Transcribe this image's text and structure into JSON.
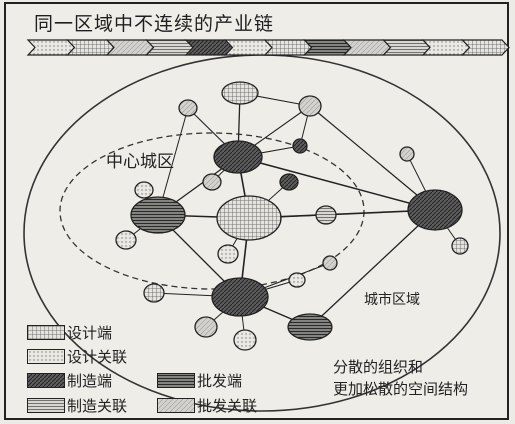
{
  "title": "同一区域中不连续的产业链",
  "labels": {
    "center_zone": "中心城区",
    "city_zone": "城市区域",
    "caption_line1": "分散的组织和",
    "caption_line2": "更加松散的空间结构"
  },
  "legend": [
    {
      "label": "设计端",
      "pattern": "grid"
    },
    {
      "label": "设计关联",
      "pattern": "dots"
    },
    {
      "label": "制造端",
      "pattern": "dark"
    },
    {
      "label": "制造关联",
      "pattern": "hlines"
    },
    {
      "label": "批发端",
      "pattern": "stripes"
    },
    {
      "label": "批发关联",
      "pattern": "light"
    }
  ],
  "chain_patterns": [
    "dots",
    "grid",
    "light",
    "hlines",
    "dark",
    "dots",
    "grid",
    "stripes",
    "light",
    "hlines",
    "dots",
    "grid"
  ],
  "nodes": [
    {
      "id": "center-hub",
      "pattern": "grid"
    },
    {
      "id": "center-west-hub",
      "pattern": "stripes"
    },
    {
      "id": "center-north-hub",
      "pattern": "dark"
    },
    {
      "id": "east-hub",
      "pattern": "dark"
    },
    {
      "id": "south-hub",
      "pattern": "dark"
    },
    {
      "id": "top-node",
      "pattern": "grid"
    },
    {
      "id": "top-left-node",
      "pattern": "light"
    },
    {
      "id": "top-right-node",
      "pattern": "light"
    },
    {
      "id": "c1",
      "pattern": "dots"
    },
    {
      "id": "c2",
      "pattern": "dots"
    },
    {
      "id": "c3",
      "pattern": "dark"
    },
    {
      "id": "c4",
      "pattern": "light"
    },
    {
      "id": "c5",
      "pattern": "dots"
    },
    {
      "id": "c6",
      "pattern": "light"
    },
    {
      "id": "c7",
      "pattern": "hlines"
    },
    {
      "id": "e1",
      "pattern": "light"
    },
    {
      "id": "e2",
      "pattern": "grid"
    },
    {
      "id": "w1",
      "pattern": "grid"
    },
    {
      "id": "s1",
      "pattern": "dots"
    },
    {
      "id": "s2",
      "pattern": "light"
    },
    {
      "id": "s3",
      "pattern": "stripes"
    },
    {
      "id": "s4",
      "pattern": "dots"
    },
    {
      "id": "s5",
      "pattern": "light"
    },
    {
      "id": "s6",
      "pattern": "grid"
    }
  ]
}
